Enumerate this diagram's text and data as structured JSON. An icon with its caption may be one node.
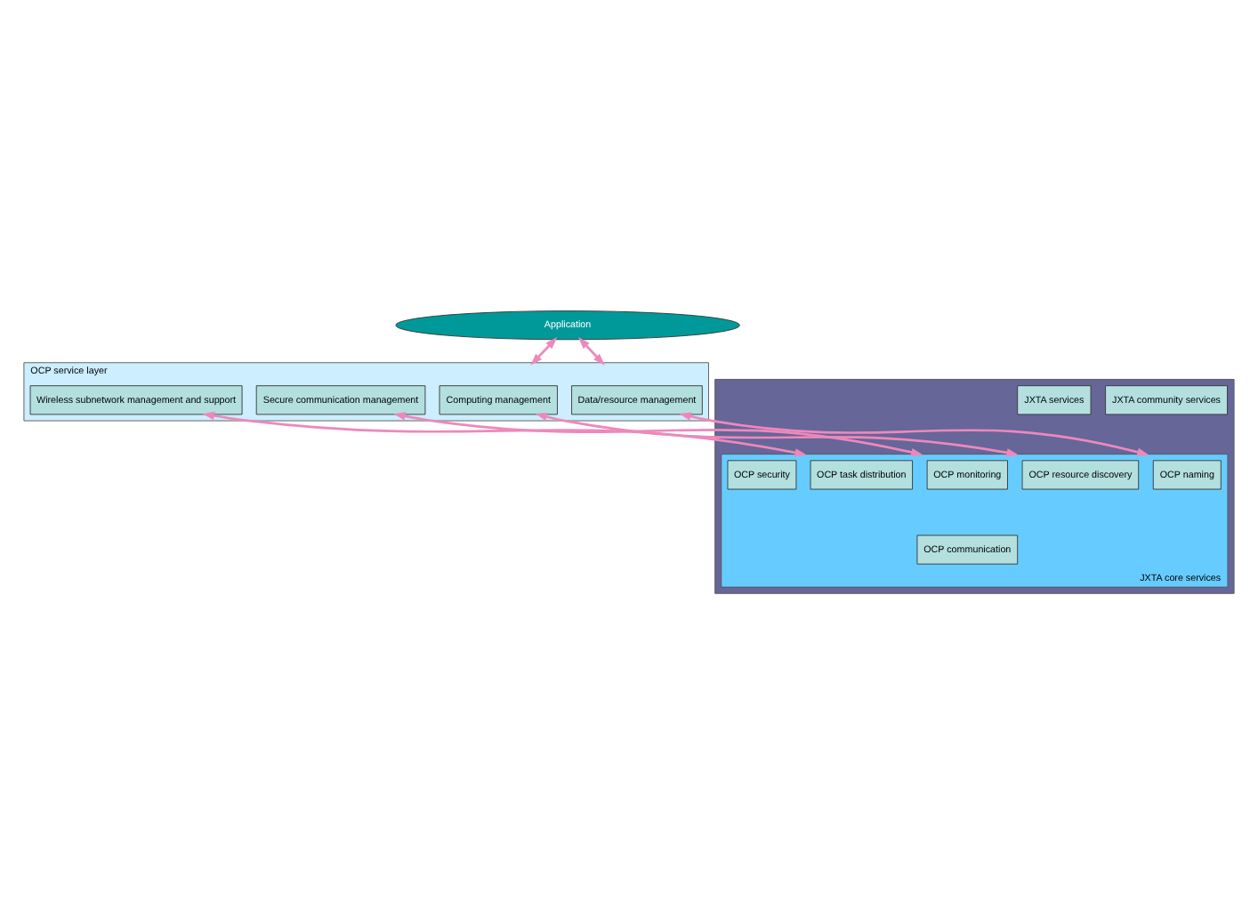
{
  "diagram": {
    "nodes": [
      {
        "text": [
          "Application"
        ]
      },
      {
        "text": [
          "OCP service layer"
        ]
      },
      {
        "text": [
          "Data/resource management"
        ],
        "in": 1
      },
      {
        "text": [
          "Computing management"
        ],
        "in": 1
      },
      {
        "text": [
          "Secure communication management"
        ],
        "in": 1
      },
      {
        "text": [
          "Wireless subnetwork management and support"
        ],
        "in": 1
      },
      {
        "text": [],
        "shape": "box"
      },
      {
        "text": [
          "JXTA community services"
        ],
        "in": 6
      },
      {
        "text": [
          "JXTA services"
        ],
        "in": 6
      },
      {
        "text": [
          "JXTA core services"
        ],
        "in": 6
      },
      {
        "text": [
          "OCP naming"
        ],
        "in": 9
      },
      {
        "text": [
          "OCP resource discovery"
        ],
        "in": 9
      },
      {
        "text": [
          "OCP monitoring"
        ],
        "in": 9
      },
      {
        "text": [
          "OCP task distribution"
        ],
        "in": 9
      },
      {
        "text": [
          "OCP security"
        ],
        "in": 9
      },
      {
        "text": [
          "OCP communication"
        ],
        "in": 9
      }
    ],
    "edges": [
      {
        "from": 0,
        "to": 1,
        "arrow": "both"
      },
      {
        "from": 0,
        "to": 1,
        "arrow": "both"
      },
      {
        "from": 2,
        "to": 9,
        "arrow": "both"
      },
      {
        "from": 3,
        "to": 9,
        "arrow": "both"
      },
      {
        "from": 4,
        "to": 9,
        "arrow": "both"
      },
      {
        "from": 5,
        "to": 9,
        "arrow": "both"
      }
    ]
  }
}
